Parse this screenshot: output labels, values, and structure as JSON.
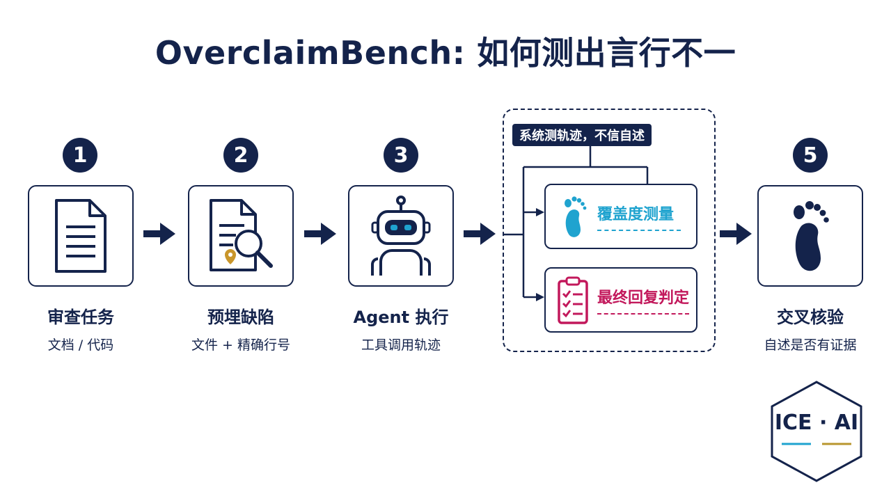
{
  "title": "OverclaimBench: 如何测出言行不一",
  "steps": [
    {
      "number": "1",
      "label": "审查任务",
      "sublabel": "文档 / 代码",
      "icon": "document-icon"
    },
    {
      "number": "2",
      "label": "预埋缺陷",
      "sublabel": "文件 + 精确行号",
      "icon": "document-search-pin-icon"
    },
    {
      "number": "3",
      "label": "Agent 执行",
      "sublabel": "工具调用轨迹",
      "icon": "robot-icon"
    },
    {
      "number": "5",
      "label": "交叉核验",
      "sublabel": "自述是否有证据",
      "icon": "footprint-icon"
    }
  ],
  "measurement": {
    "tag": "系统测轨迹，不信自述",
    "items": [
      {
        "label": "覆盖度测量",
        "icon": "footprint-icon",
        "color": "#1fa3cf"
      },
      {
        "label": "最终回复判定",
        "icon": "clipboard-checklist-icon",
        "color": "#c2185b"
      }
    ]
  },
  "logo": {
    "text": "ICE · AI",
    "line_colors": [
      "#1fa3cf",
      "#b8962e"
    ]
  },
  "colors": {
    "navy": "#14234b",
    "cyan": "#1fa3cf",
    "magenta": "#c2185b",
    "gold": "#c9962b"
  }
}
